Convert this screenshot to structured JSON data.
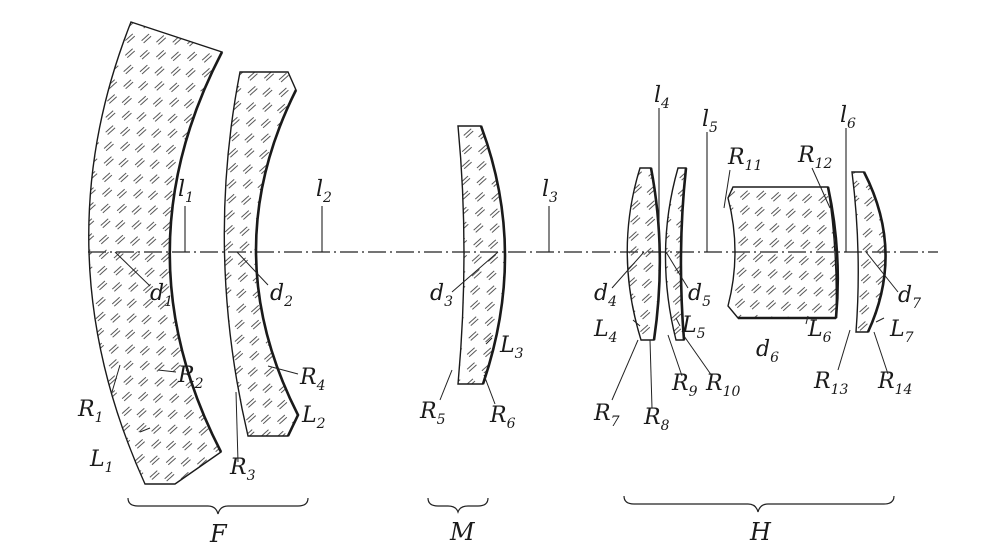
{
  "labels": {
    "L1": {
      "main": "L",
      "sub": "1"
    },
    "L2": {
      "main": "L",
      "sub": "2"
    },
    "L3": {
      "main": "L",
      "sub": "3"
    },
    "L4": {
      "main": "L",
      "sub": "4"
    },
    "L5": {
      "main": "L",
      "sub": "5"
    },
    "L6": {
      "main": "L",
      "sub": "6"
    },
    "L7": {
      "main": "L",
      "sub": "7"
    },
    "R1": {
      "main": "R",
      "sub": "1"
    },
    "R2": {
      "main": "R",
      "sub": "2"
    },
    "R3": {
      "main": "R",
      "sub": "3"
    },
    "R4": {
      "main": "R",
      "sub": "4"
    },
    "R5": {
      "main": "R",
      "sub": "5"
    },
    "R6": {
      "main": "R",
      "sub": "6"
    },
    "R7": {
      "main": "R",
      "sub": "7"
    },
    "R8": {
      "main": "R",
      "sub": "8"
    },
    "R9": {
      "main": "R",
      "sub": "9"
    },
    "R10": {
      "main": "R",
      "sub": "10"
    },
    "R11": {
      "main": "R",
      "sub": "11"
    },
    "R12": {
      "main": "R",
      "sub": "12"
    },
    "R13": {
      "main": "R",
      "sub": "13"
    },
    "R14": {
      "main": "R",
      "sub": "14"
    },
    "d1": {
      "main": "d",
      "sub": "1"
    },
    "d2": {
      "main": "d",
      "sub": "2"
    },
    "d3": {
      "main": "d",
      "sub": "3"
    },
    "d4": {
      "main": "d",
      "sub": "4"
    },
    "d5": {
      "main": "d",
      "sub": "5"
    },
    "d6": {
      "main": "d",
      "sub": "6"
    },
    "d7": {
      "main": "d",
      "sub": "7"
    },
    "l1": {
      "main": "l",
      "sub": "1"
    },
    "l2": {
      "main": "l",
      "sub": "2"
    },
    "l3": {
      "main": "l",
      "sub": "3"
    },
    "l4": {
      "main": "l",
      "sub": "4"
    },
    "l5": {
      "main": "l",
      "sub": "5"
    },
    "l6": {
      "main": "l",
      "sub": "6"
    }
  },
  "groups": {
    "F": "F",
    "M": "M",
    "H": "H"
  }
}
